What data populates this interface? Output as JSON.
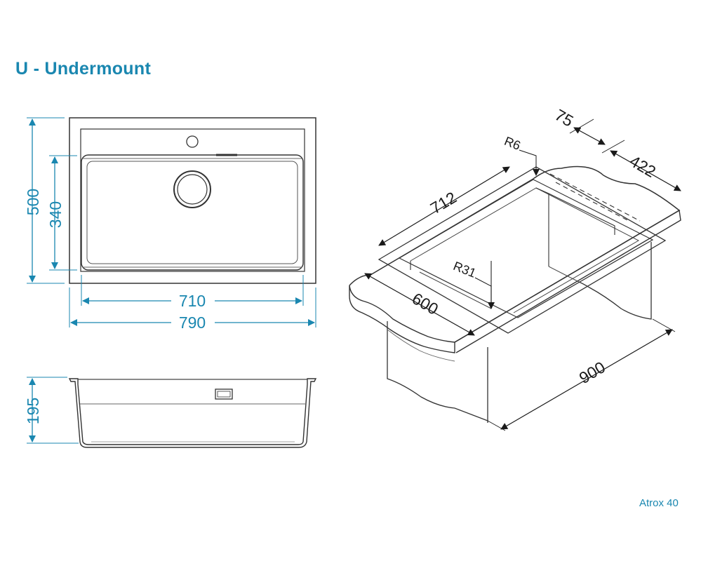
{
  "title": "U - Undermount",
  "model": "Atrox 40",
  "colors": {
    "accent": "#1a87b0",
    "line": "#1a1a1a"
  },
  "plan_view": {
    "dim_outer_depth": "500",
    "dim_bowl_depth": "340",
    "dim_bowl_width": "710",
    "dim_outer_width": "790"
  },
  "section_view": {
    "dim_height": "195"
  },
  "iso_view": {
    "dim_75": "75",
    "dim_r6": "R6",
    "dim_422": "422",
    "dim_712": "712",
    "dim_r31": "R31",
    "dim_600": "600",
    "dim_900": "900"
  }
}
